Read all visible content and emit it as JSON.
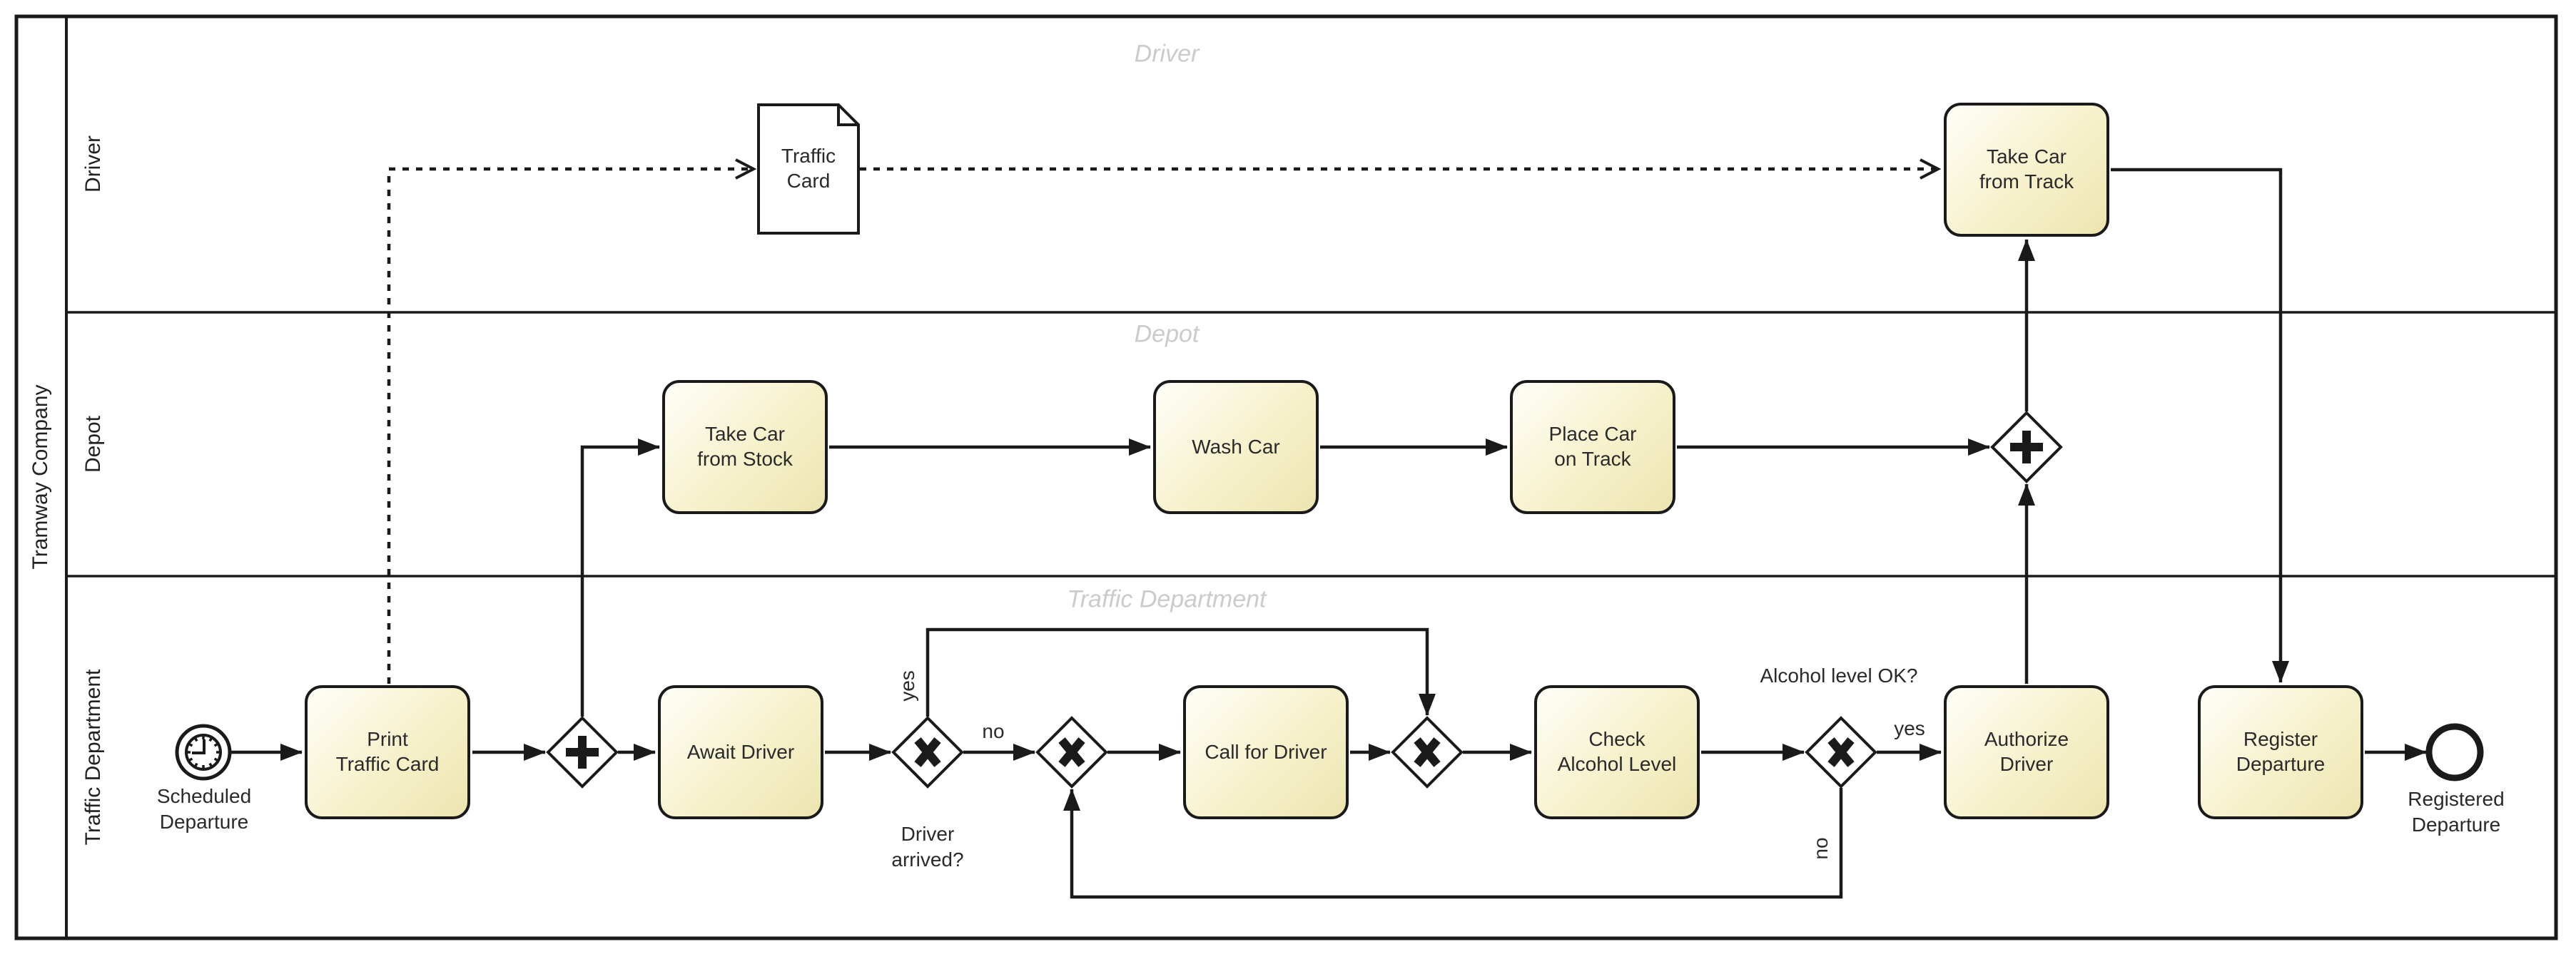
{
  "pool": {
    "label": "Tramway Company"
  },
  "lanes": {
    "driver": {
      "label": "Driver",
      "watermark": "Driver"
    },
    "depot": {
      "label": "Depot",
      "watermark": "Depot"
    },
    "traffic": {
      "label": "Traffic Department",
      "watermark": "Traffic Department"
    }
  },
  "tasks": {
    "print_traffic_card": "Print\nTraffic Card",
    "await_driver": "Await Driver",
    "call_for_driver": "Call for Driver",
    "check_alcohol_level": "Check\nAlcohol Level",
    "authorize_driver": "Authorize\nDriver",
    "register_departure": "Register\nDeparture",
    "take_car_from_stock": "Take Car\nfrom Stock",
    "wash_car": "Wash Car",
    "place_car_on_track": "Place Car\non Track",
    "take_car_from_track": "Take Car\nfrom Track"
  },
  "events": {
    "start_label": "Scheduled\nDeparture",
    "end_label": "Registered\nDeparture"
  },
  "data_objects": {
    "traffic_card": "Traffic\nCard"
  },
  "edge_labels": {
    "driver_arrived": "Driver\narrived?",
    "driver_yes": "yes",
    "driver_no": "no",
    "alcohol_ok": "Alcohol level OK?",
    "alcohol_yes": "yes",
    "alcohol_no": "no"
  },
  "colors": {
    "stroke": "#1a1a1a",
    "task_fill_light": "#fffef8",
    "task_fill_dark": "#ece5b0",
    "watermark": "#cbcbcb"
  }
}
